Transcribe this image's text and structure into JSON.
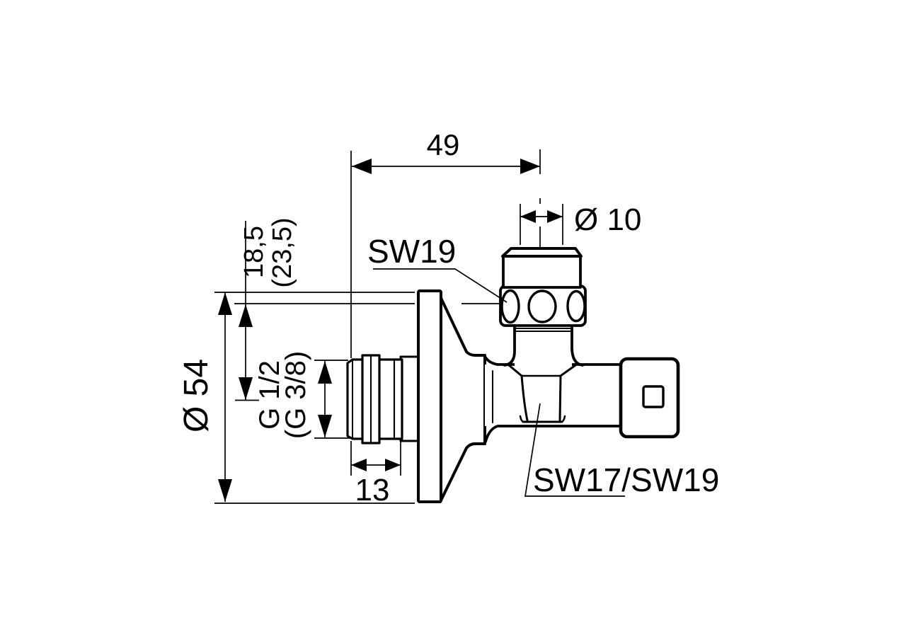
{
  "drawing": {
    "title": "Angle valve dimensional drawing",
    "background": "#ffffff",
    "line_color": "#000000",
    "dims": {
      "width_49": "49",
      "pipe_dia": "Ø 10",
      "handle_sw": "SW19",
      "offset_primary": "18,5",
      "offset_alt": "(23,5)",
      "flange_dia": "Ø 54",
      "thread_primary": "G 1/2",
      "thread_alt": "(G 3/8)",
      "thread_len": "13",
      "body_sw": "SW17/SW19"
    }
  }
}
